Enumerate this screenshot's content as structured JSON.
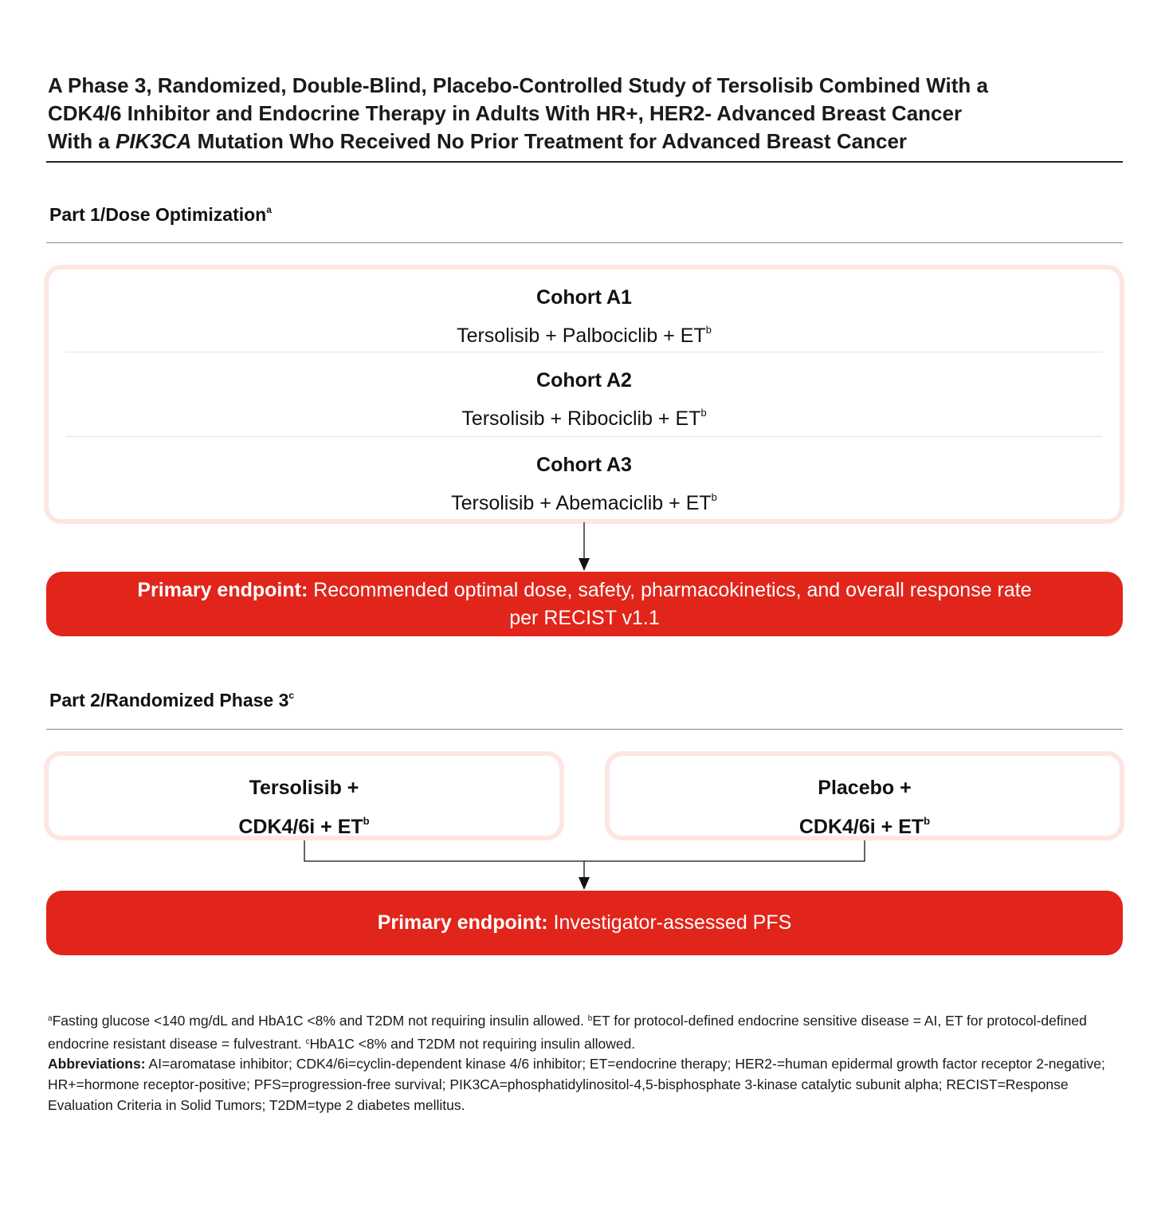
{
  "title": {
    "line1": "A Phase 3, Randomized, Double-Blind, Placebo-Controlled Study of Tersolisib Combined With a",
    "line2": "CDK4/6 Inhibitor and Endocrine Therapy in Adults With HR+, HER2- Advanced Breast Cancer",
    "line3_start": "With a ",
    "line3_italic": "PIK3CA",
    "line3_end": " Mutation Who Received No Prior Treatment for Advanced Breast Cancer"
  },
  "part1": {
    "heading": "Part 1/Dose Optimization",
    "heading_sup": "a",
    "cohorts": [
      {
        "name": "Cohort A1",
        "regimen": "Tersolisib + Palbociclib + ET",
        "sup": "b"
      },
      {
        "name": "Cohort A2",
        "regimen": "Tersolisib + Ribociclib + ET",
        "sup": "b"
      },
      {
        "name": "Cohort A3",
        "regimen": "Tersolisib + Abemaciclib + ET",
        "sup": "b"
      }
    ],
    "endpoint_label": "Primary endpoint:",
    "endpoint_line1": " Recommended optimal dose, safety, pharmacokinetics, and overall response rate",
    "endpoint_line2": "per RECIST v1.1"
  },
  "part2": {
    "heading": "Part 2/Randomized Phase 3",
    "heading_sup": "c",
    "arms": [
      {
        "line1": "Tersolisib +",
        "line2": "CDK4/6i + ET",
        "sup": "b"
      },
      {
        "line1": "Placebo +",
        "line2": "CDK4/6i + ET",
        "sup": "b"
      }
    ],
    "endpoint_label": "Primary endpoint:",
    "endpoint_text": " Investigator-assessed PFS"
  },
  "footnotes": {
    "a_sup": "a",
    "a_text": "Fasting glucose <140 mg/dL and HbA1C <8% and T2DM not requiring insulin allowed. ",
    "b_sup": "b",
    "b_text": "ET for protocol-defined endocrine sensitive disease = AI, ET for protocol-defined endocrine resistant disease = fulvestrant. ",
    "c_sup": "c",
    "c_text": "HbA1C <8% and T2DM not requiring insulin allowed.",
    "abbrev_label": "Abbreviations:",
    "abbrev_text": " AI=aromatase inhibitor; CDK4/6i=cyclin-dependent kinase 4/6 inhibitor; ET=endocrine therapy; HER2-=human epidermal growth factor receptor 2-negative; HR+=hormone receptor-positive; PFS=progression-free survival; PIK3CA=phosphatidylinositol-4,5-bisphosphate 3-kinase catalytic subunit alpha; RECIST=Response Evaluation Criteria in Solid Tumors; T2DM=type 2 diabetes mellitus."
  },
  "colors": {
    "endpoint_red": "#e1251b",
    "box_border_pink": "#fde6e2",
    "divider_pink": "#f7dcd7"
  }
}
